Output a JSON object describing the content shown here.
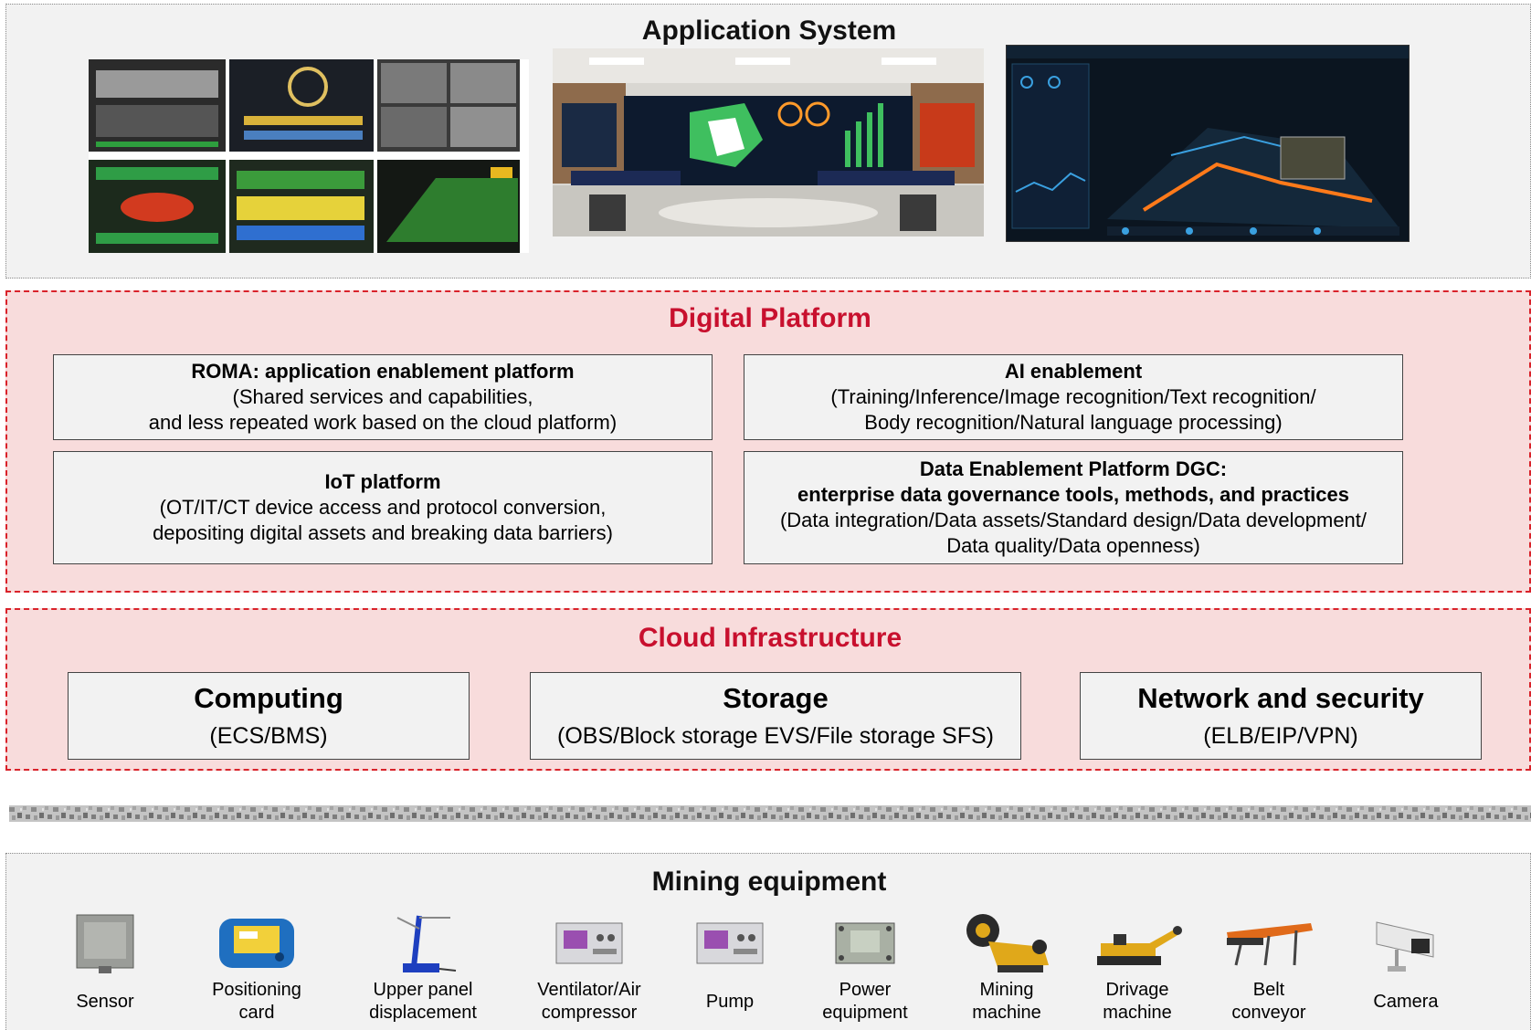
{
  "application_layer": {
    "title": "Application System",
    "screens": [
      {
        "icon": "mine-surveillance-grid-icon"
      },
      {
        "icon": "control-room-videowall-icon"
      },
      {
        "icon": "3d-mine-dashboard-icon"
      }
    ]
  },
  "digital_platform": {
    "title": "Digital Platform",
    "boxes": [
      {
        "bold": [
          "ROMA: application enablement platform"
        ],
        "normal": [
          "(Shared services and capabilities,",
          "and less repeated work based on the cloud platform)"
        ]
      },
      {
        "bold": [
          "AI enablement"
        ],
        "normal": [
          "(Training/Inference/Image recognition/Text recognition/",
          "Body recognition/Natural language processing)"
        ]
      },
      {
        "bold": [
          "IoT platform"
        ],
        "normal": [
          "(OT/IT/CT device access and protocol conversion,",
          "depositing digital assets and breaking data barriers)"
        ]
      },
      {
        "bold": [
          "Data Enablement Platform DGC:",
          "enterprise data governance tools, methods, and practices"
        ],
        "normal": [
          "(Data integration/Data assets/Standard design/Data development/",
          "Data quality/Data openness)"
        ]
      }
    ]
  },
  "cloud_infrastructure": {
    "title": "Cloud Infrastructure",
    "boxes": [
      {
        "bold": "Computing",
        "normal": "(ECS/BMS)"
      },
      {
        "bold": "Storage",
        "normal": "(OBS/Block storage EVS/File storage SFS)"
      },
      {
        "bold": "Network and security",
        "normal": "(ELB/EIP/VPN)"
      }
    ]
  },
  "mining_equipment": {
    "title": "Mining equipment",
    "items": [
      {
        "label": [
          "Sensor"
        ],
        "icon": "sensor-icon"
      },
      {
        "label": [
          "Positioning",
          "card"
        ],
        "icon": "positioning-card-icon"
      },
      {
        "label": [
          "Upper panel",
          "displacement"
        ],
        "icon": "displacement-meter-icon"
      },
      {
        "label": [
          "Ventilator/Air",
          "compressor"
        ],
        "icon": "ventilator-icon"
      },
      {
        "label": [
          "Pump"
        ],
        "icon": "pump-icon"
      },
      {
        "label": [
          "Power",
          "equipment"
        ],
        "icon": "power-equipment-icon"
      },
      {
        "label": [
          "Mining",
          "machine"
        ],
        "icon": "mining-machine-icon"
      },
      {
        "label": [
          "Drivage",
          "machine"
        ],
        "icon": "drivage-machine-icon"
      },
      {
        "label": [
          "Belt",
          "conveyor"
        ],
        "icon": "belt-conveyor-icon"
      },
      {
        "label": [
          "Camera"
        ],
        "icon": "camera-icon"
      }
    ]
  },
  "colors": {
    "accent_red": "#c8102e",
    "layer_pink": "#f8dcdc",
    "layer_gray": "#f2f2f2"
  }
}
